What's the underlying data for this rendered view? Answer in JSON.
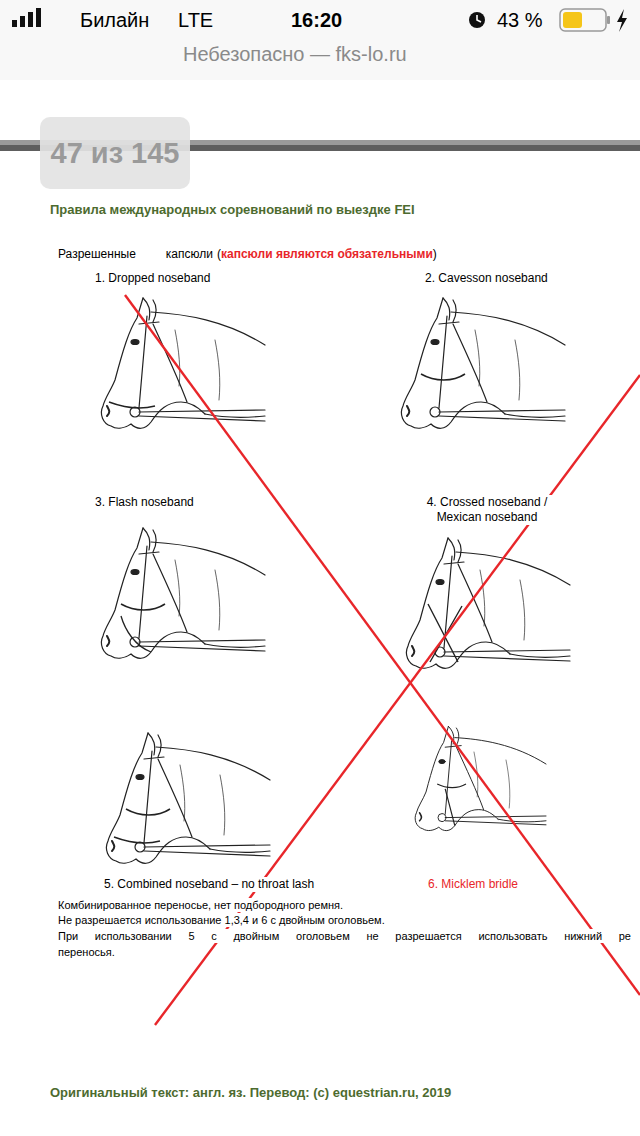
{
  "diagram": {
    "title": "Правила международных соревнований по выездке FEI",
    "labels": [
      "Билайн",
      "LTE",
      "16:20",
      "43 %",
      "Небезопасно — fks-lo.ru",
      "47 из 145",
      "Разрешенные",
      "капсюли",
      "(",
      "капсюли являются обязательными",
      ")",
      "1. Dropped noseband",
      "2. Cavesson noseband",
      "3. Flash noseband",
      "4. Crossed noseband / Mexican noseband",
      "5. Combined noseband – no throat lash",
      "6. Micklem bridle",
      "Комбинированное переносье, нет подбородного ремня.",
      "Не разрешается использование 1,3,4 и 6 с двойным оголовьем.",
      "При использовании 5 с двойным оголовьем не разрешается использовать нижний ре",
      "переносья.",
      "Оригинальный текст: англ. яз. Перевод: (c) equestrian.ru, 2019"
    ]
  }
}
